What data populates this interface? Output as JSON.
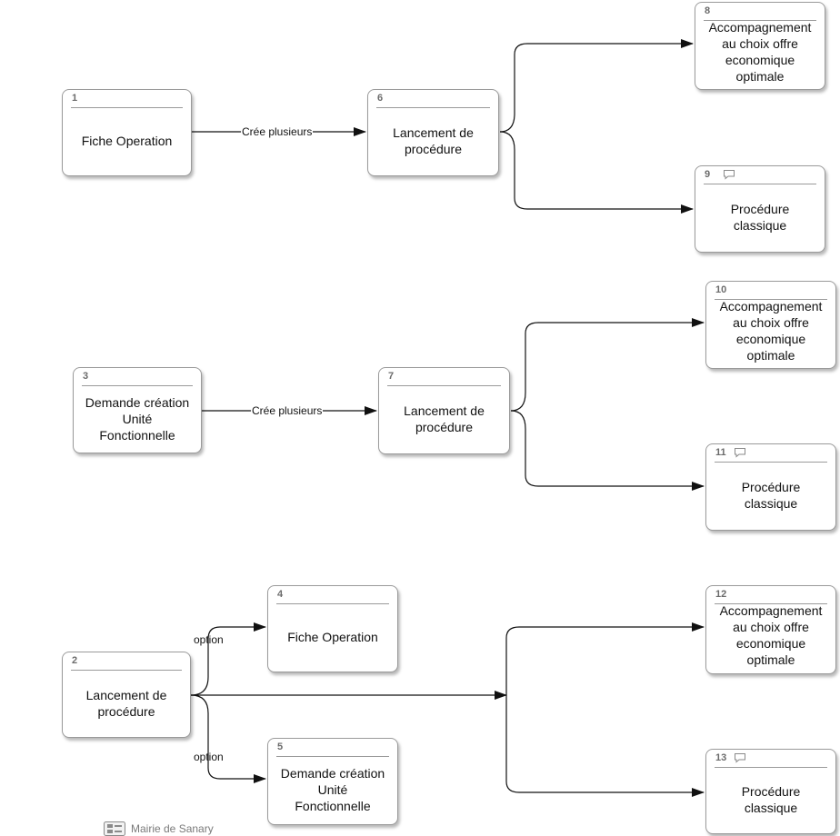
{
  "nodes": {
    "n1": {
      "num": "1",
      "label": "Fiche Operation"
    },
    "n6": {
      "num": "6",
      "label": "Lancement de\nprocédure"
    },
    "n8": {
      "num": "8",
      "label": "Accompagnement\nau choix offre\neconomique\noptimale"
    },
    "n9": {
      "num": "9",
      "label": "Procédure\nclassique"
    },
    "n3": {
      "num": "3",
      "label": "Demande création\nUnité\nFonctionnelle"
    },
    "n7": {
      "num": "7",
      "label": "Lancement de\nprocédure"
    },
    "n10": {
      "num": "10",
      "label": "Accompagnement\nau choix offre\neconomique\noptimale"
    },
    "n11": {
      "num": "11",
      "label": "Procédure\nclassique"
    },
    "n2": {
      "num": "2",
      "label": "Lancement de\nprocédure"
    },
    "n4": {
      "num": "4",
      "label": "Fiche Operation"
    },
    "n5": {
      "num": "5",
      "label": "Demande création\nUnité\nFonctionnelle"
    },
    "n12": {
      "num": "12",
      "label": "Accompagnement\nau choix offre\neconomique\noptimale"
    },
    "n13": {
      "num": "13",
      "label": "Procédure\nclassique"
    }
  },
  "edge_labels": {
    "cree_1": "Crée plusieurs",
    "cree_2": "Crée plusieurs",
    "option_1": "option",
    "option_2": "option"
  },
  "footer": {
    "text": "Mairie de Sanary"
  },
  "icons": {
    "comment": "comment-bubble-icon",
    "footer_logo": "org-chart-icon"
  },
  "colors": {
    "border": "#9a9a9a",
    "line": "#111111",
    "number": "#6b6b6b"
  }
}
